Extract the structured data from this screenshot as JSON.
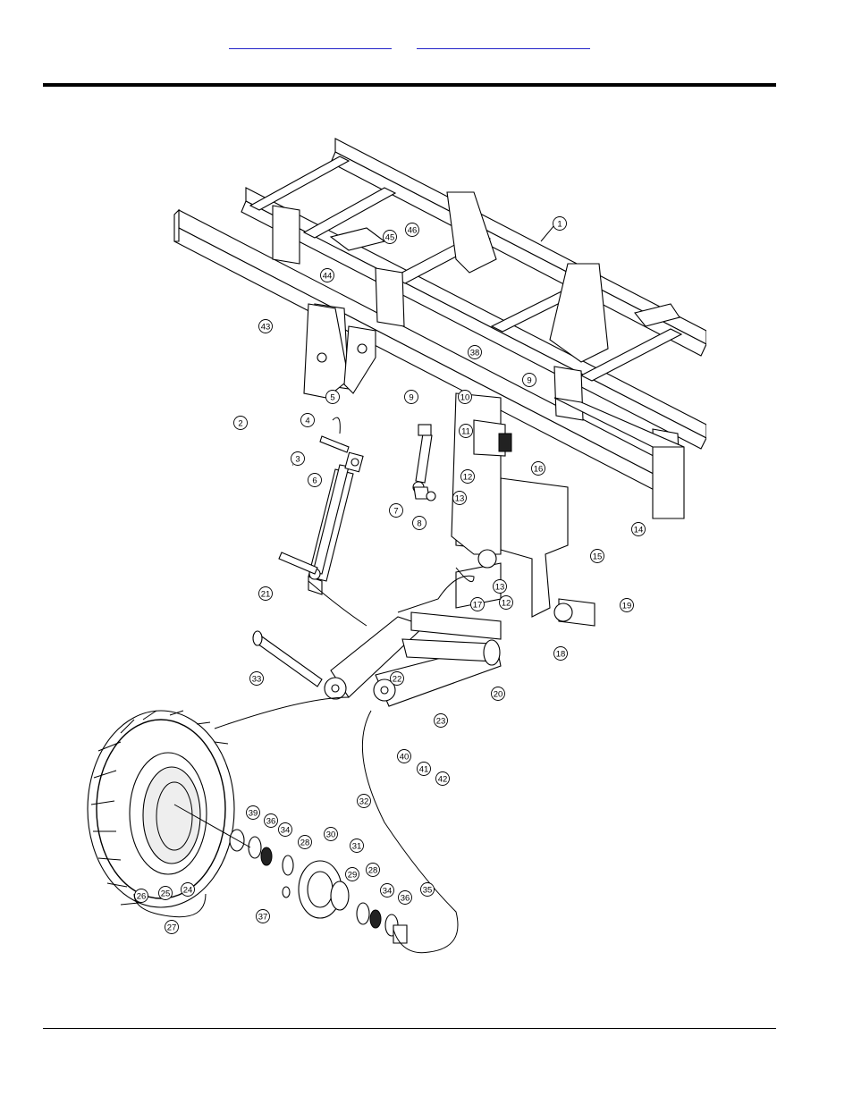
{
  "header": {
    "links": [
      "",
      ""
    ]
  },
  "diagram": {
    "callouts": [
      {
        "n": "1"
      },
      {
        "n": "2"
      },
      {
        "n": "3"
      },
      {
        "n": "4"
      },
      {
        "n": "5"
      },
      {
        "n": "6"
      },
      {
        "n": "7"
      },
      {
        "n": "8"
      },
      {
        "n": "9"
      },
      {
        "n": "9"
      },
      {
        "n": "10"
      },
      {
        "n": "11"
      },
      {
        "n": "12"
      },
      {
        "n": "12"
      },
      {
        "n": "13"
      },
      {
        "n": "13"
      },
      {
        "n": "14"
      },
      {
        "n": "15"
      },
      {
        "n": "16"
      },
      {
        "n": "17"
      },
      {
        "n": "18"
      },
      {
        "n": "19"
      },
      {
        "n": "20"
      },
      {
        "n": "21"
      },
      {
        "n": "22"
      },
      {
        "n": "23"
      },
      {
        "n": "24"
      },
      {
        "n": "25"
      },
      {
        "n": "26"
      },
      {
        "n": "27"
      },
      {
        "n": "28"
      },
      {
        "n": "28"
      },
      {
        "n": "29"
      },
      {
        "n": "30"
      },
      {
        "n": "31"
      },
      {
        "n": "32"
      },
      {
        "n": "33"
      },
      {
        "n": "34"
      },
      {
        "n": "34"
      },
      {
        "n": "35"
      },
      {
        "n": "36"
      },
      {
        "n": "36"
      },
      {
        "n": "37"
      },
      {
        "n": "38"
      },
      {
        "n": "39"
      },
      {
        "n": "40"
      },
      {
        "n": "41"
      },
      {
        "n": "42"
      },
      {
        "n": "43"
      },
      {
        "n": "44"
      },
      {
        "n": "45"
      },
      {
        "n": "46"
      }
    ]
  }
}
